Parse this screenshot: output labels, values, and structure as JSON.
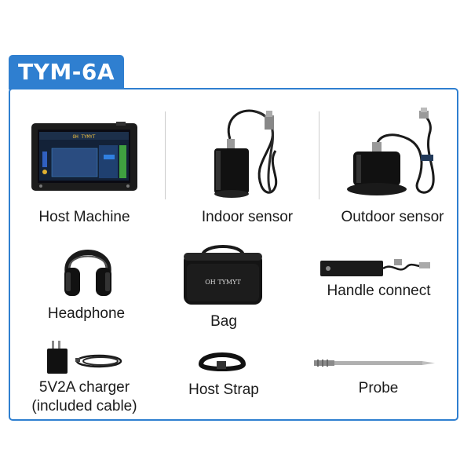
{
  "header": {
    "model": "TYM-6A"
  },
  "items": [
    {
      "label": "Host Machine"
    },
    {
      "label": "Indoor sensor"
    },
    {
      "label": "Outdoor sensor"
    },
    {
      "label": "Headphone"
    },
    {
      "label": "Bag"
    },
    {
      "label": "Handle connect"
    },
    {
      "label": "5V2A charger\n(included cable)"
    },
    {
      "label": "Host Strap"
    },
    {
      "label": "Probe"
    }
  ],
  "host_screen": {
    "brand": "OH TYMYT"
  },
  "bag_print": {
    "brand": "OH TYMYT"
  },
  "colors": {
    "accent": "#2f7fd0",
    "border": "#2f7fd0",
    "text": "#1a1a1a"
  }
}
